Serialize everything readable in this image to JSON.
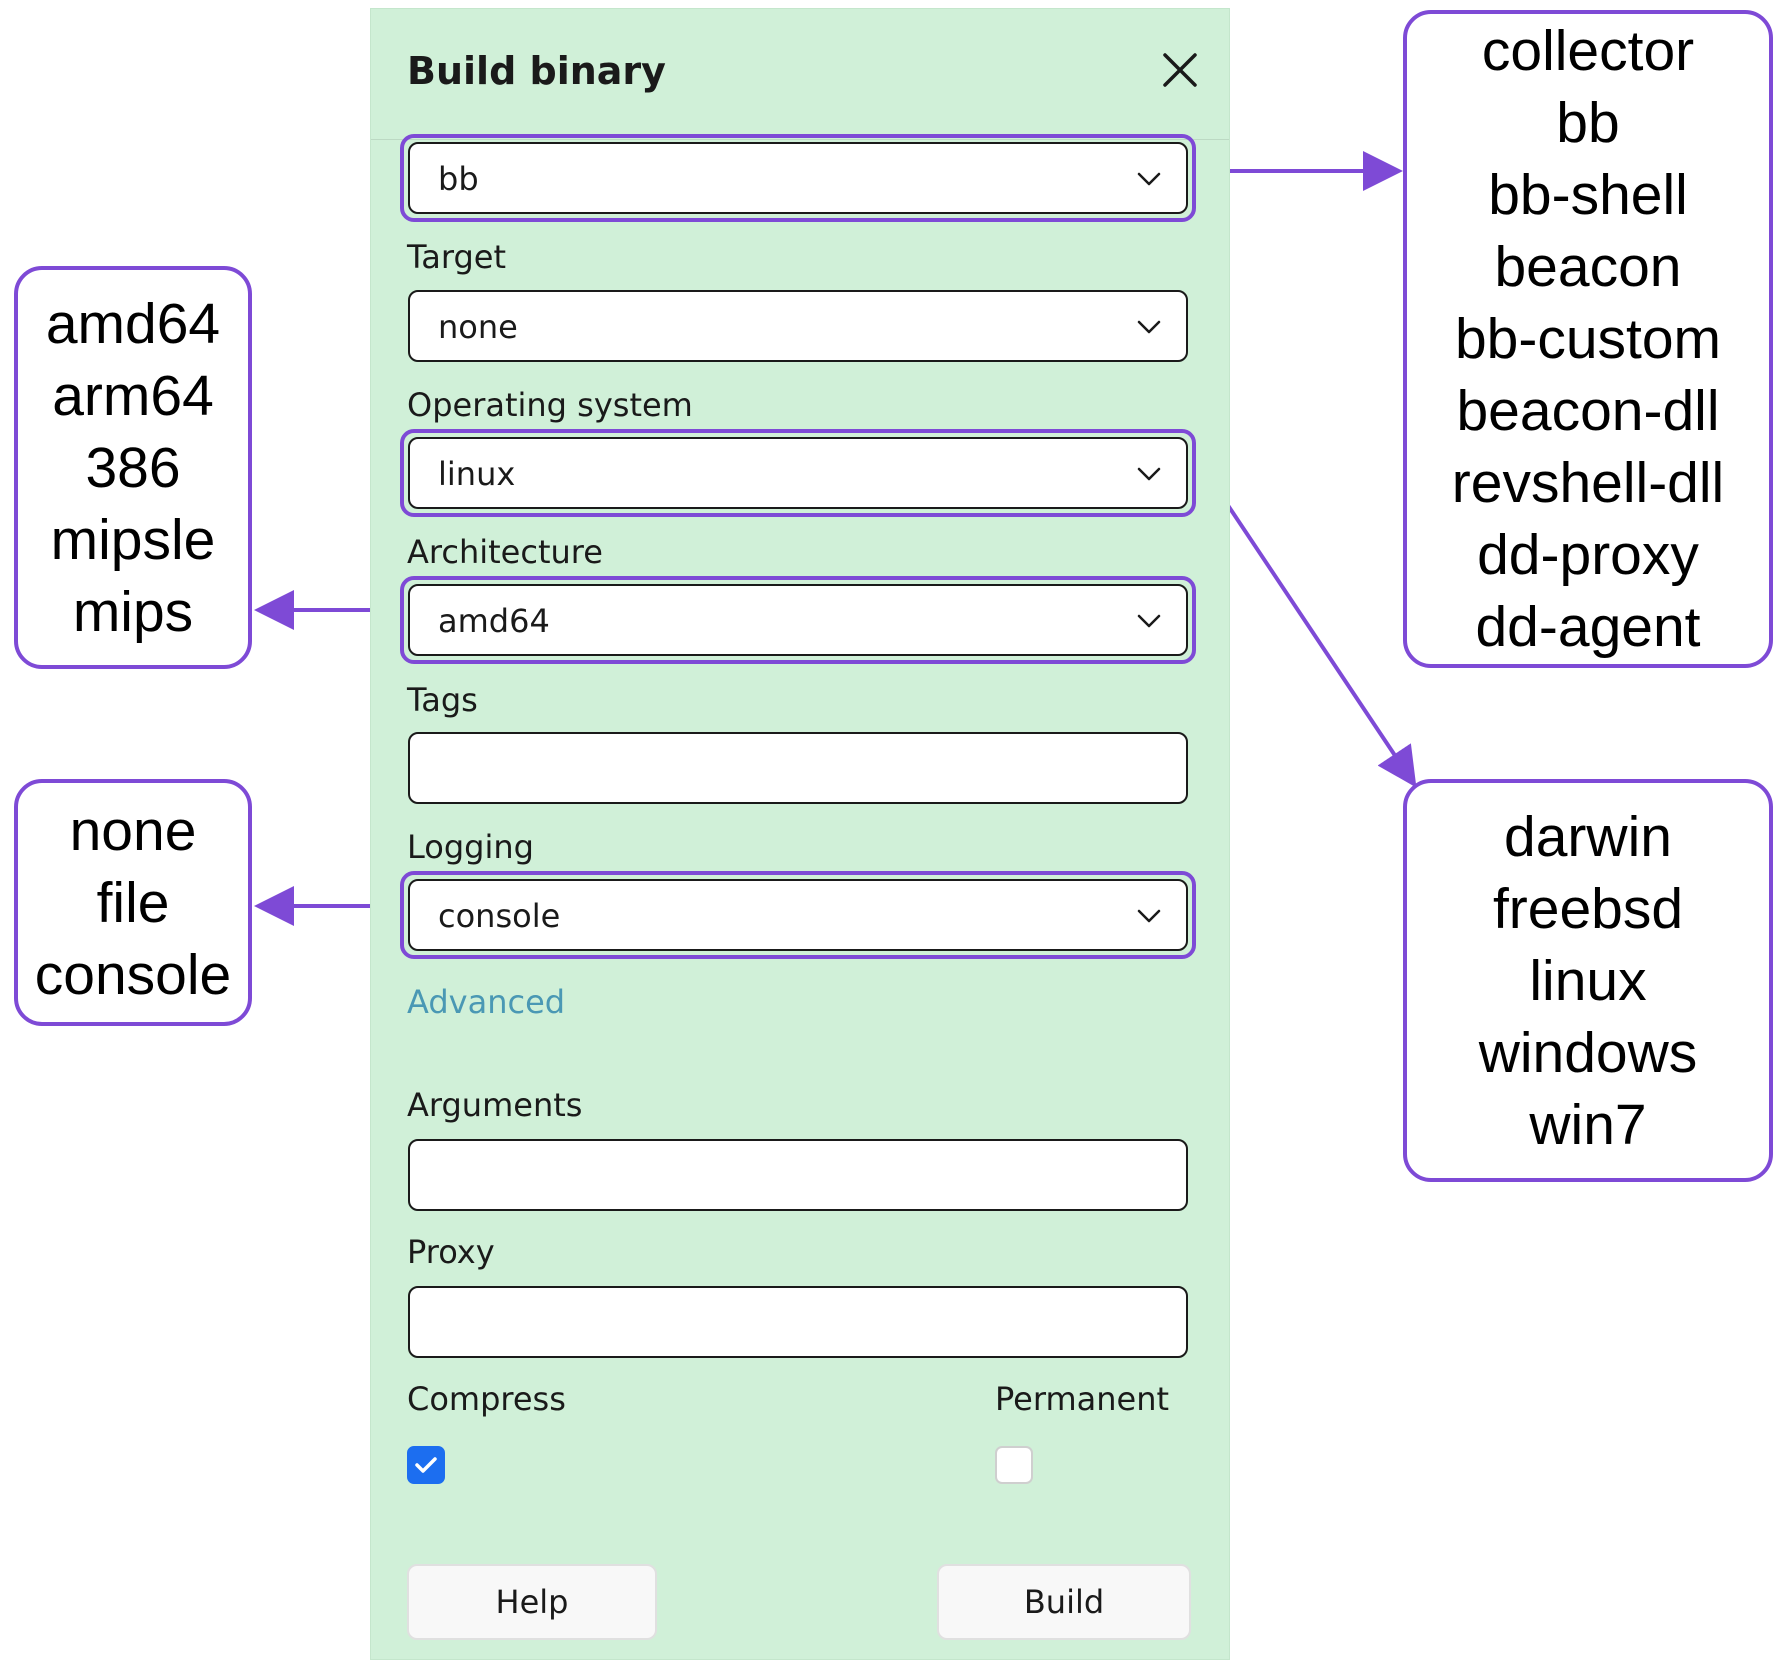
{
  "dialog": {
    "title": "Build binary",
    "close_icon": "close-icon"
  },
  "fields": {
    "module": {
      "value": "bb"
    },
    "target": {
      "label": "Target",
      "value": "none"
    },
    "os": {
      "label": "Operating system",
      "value": "linux"
    },
    "arch": {
      "label": "Architecture",
      "value": "amd64"
    },
    "tags": {
      "label": "Tags",
      "value": ""
    },
    "logging": {
      "label": "Logging",
      "value": "console"
    },
    "arguments": {
      "label": "Arguments",
      "value": ""
    },
    "proxy": {
      "label": "Proxy",
      "value": ""
    }
  },
  "advanced_link": "Advanced",
  "compress": {
    "label": "Compress",
    "checked": true
  },
  "permanent": {
    "label": "Permanent",
    "checked": false
  },
  "buttons": {
    "help": "Help",
    "build": "Build"
  },
  "callouts": {
    "module_options": [
      "collector",
      "bb",
      "bb-shell",
      "beacon",
      "bb-custom",
      "beacon-dll",
      "revshell-dll",
      "dd-proxy",
      "dd-agent"
    ],
    "arch_options": [
      "amd64",
      "arm64",
      "386",
      "mipsle",
      "mips"
    ],
    "logging_options": [
      "none",
      "file",
      "console"
    ],
    "os_options": [
      "darwin",
      "freebsd",
      "linux",
      "windows",
      "win7"
    ]
  },
  "colors": {
    "panel_bg": "#d0f0d8",
    "accent_highlight": "#7e4ad6",
    "link": "#4a98b4",
    "checkbox_checked": "#1c6ef0"
  }
}
